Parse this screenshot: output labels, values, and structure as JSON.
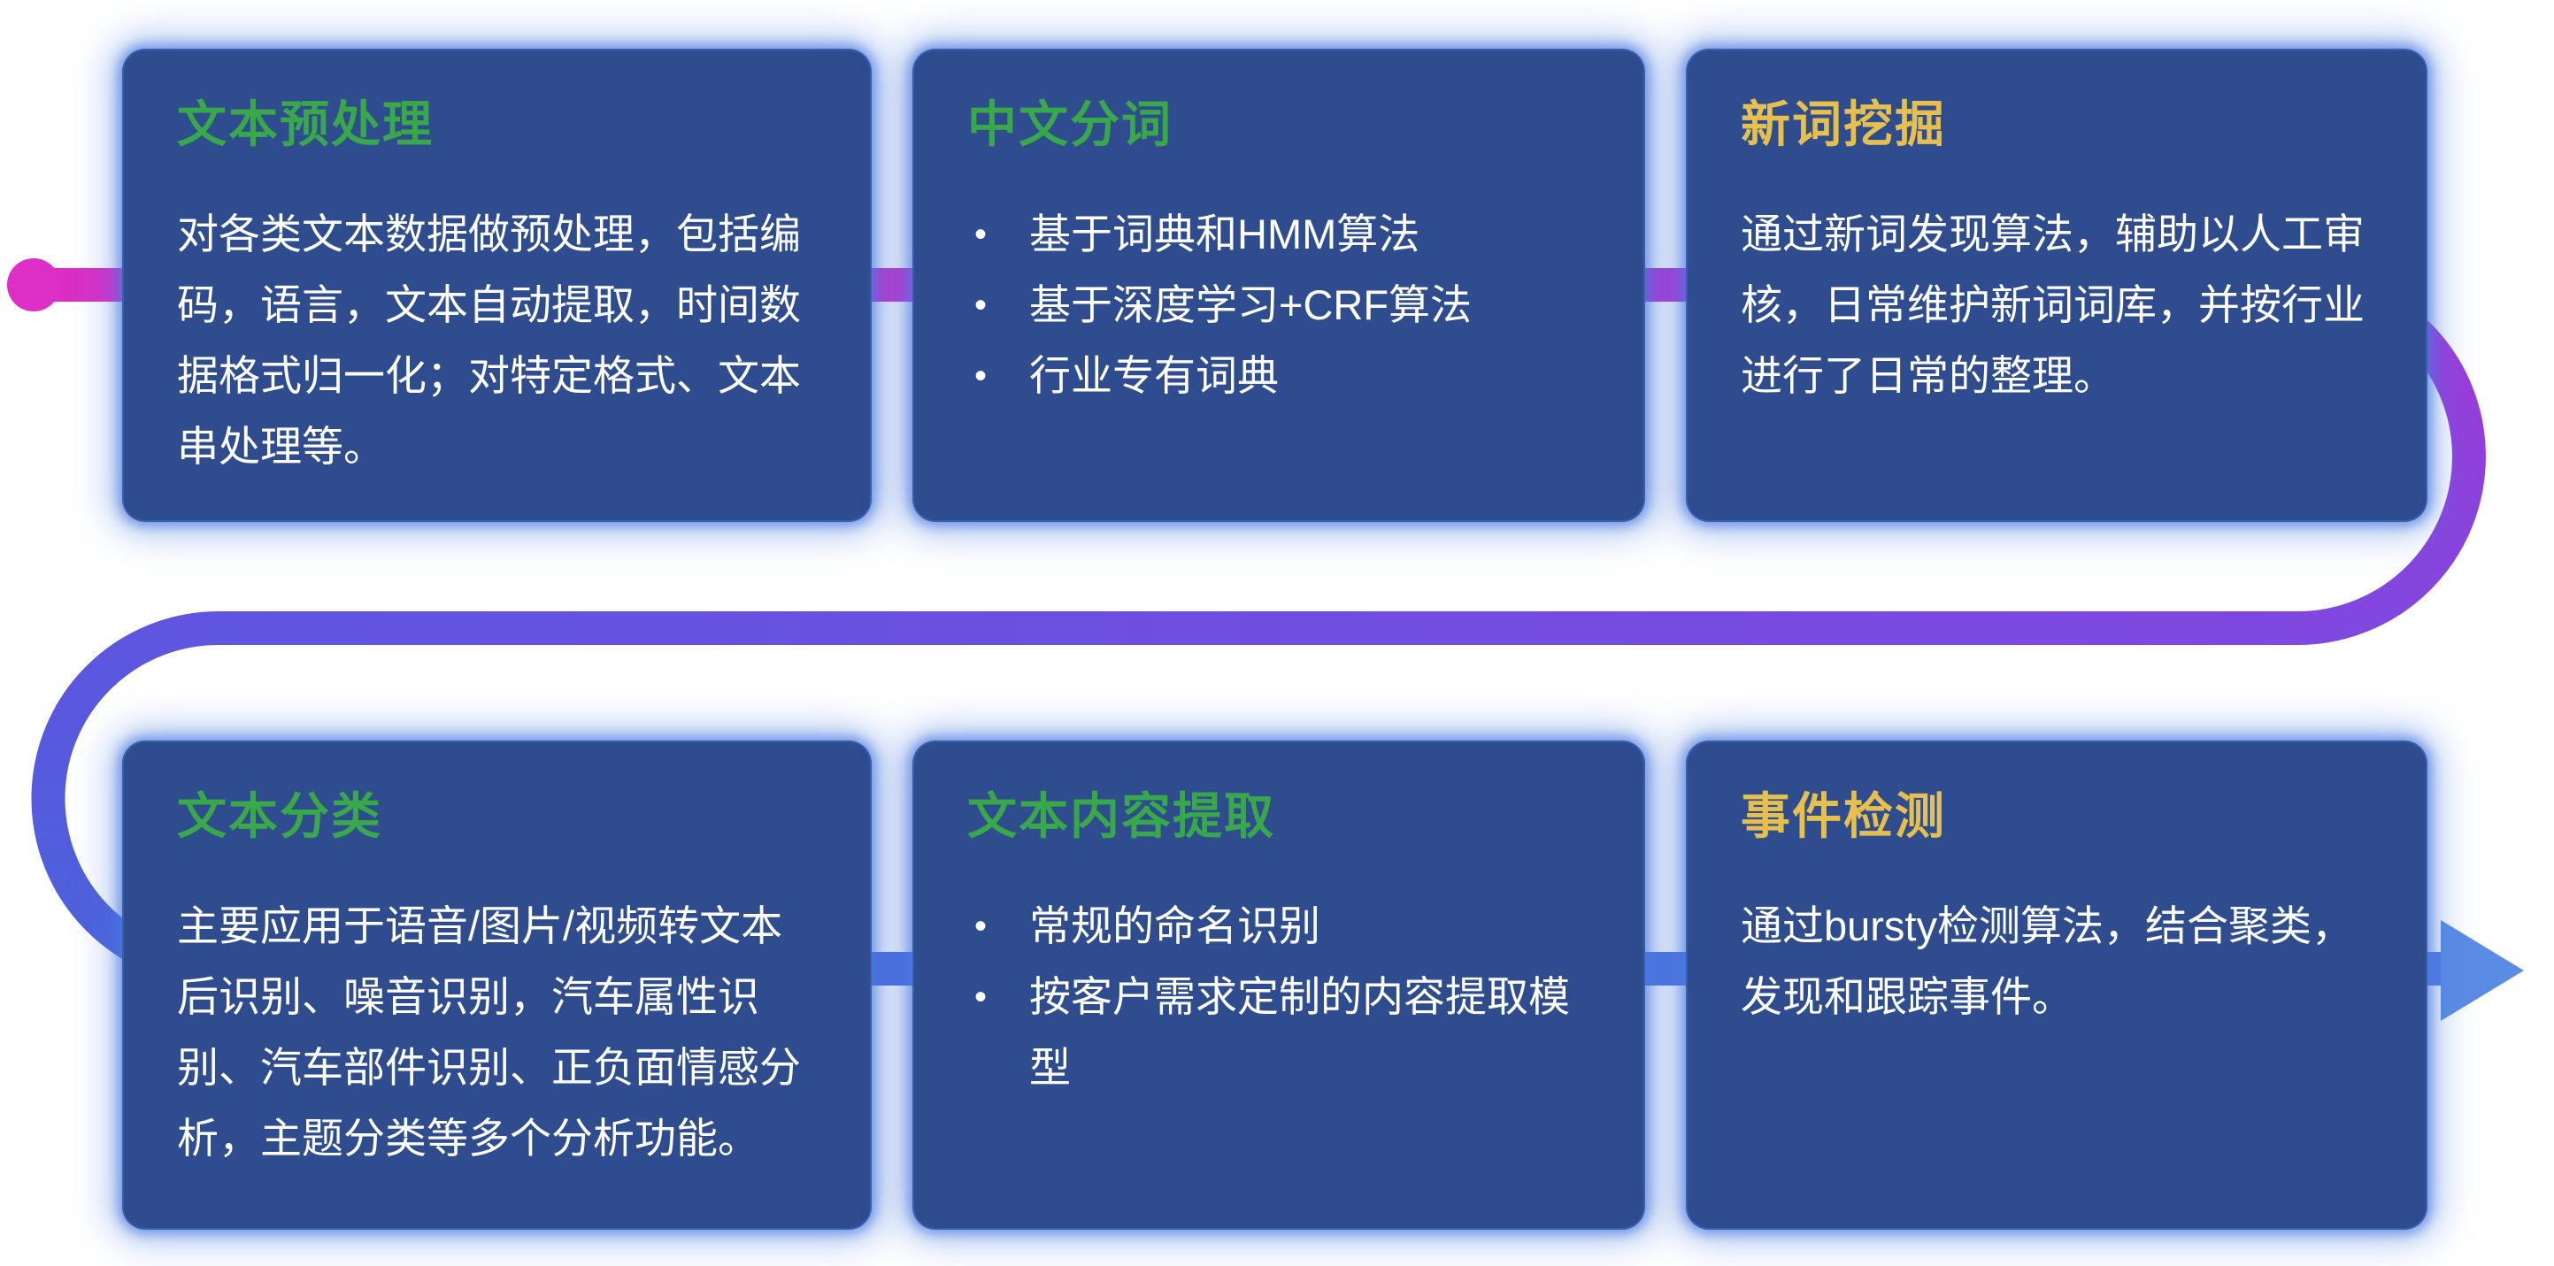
{
  "ui": {
    "bullet_char": "•"
  },
  "colors": {
    "page_bg": "#ffffff",
    "card_bg": "#2e4c8e",
    "glow": "#4a7be0",
    "title_green": "#38a84a",
    "title_yellow": "#e5c04f",
    "body_text": "#ffffff",
    "path_start": "#dd2ec6",
    "path_q1": "#a438d8",
    "path_q2": "#7f48de",
    "path_q3": "#5f55e0",
    "path_q4": "#4a63da",
    "path_end": "#4f7ce2",
    "arrow": "#5b8ce4"
  },
  "cards": [
    {
      "id": "text-preprocessing",
      "title": "文本预处理",
      "title_color": "green",
      "body": "对各类文本数据做预处理，包括编码，语言，文本自动提取，时间数据格式归一化；对特定格式、文本串处理等。"
    },
    {
      "id": "chinese-word-segmentation",
      "title": "中文分词",
      "title_color": "green",
      "bullets": [
        "基于词典和HMM算法",
        "基于深度学习+CRF算法",
        "行业专有词典"
      ]
    },
    {
      "id": "new-word-mining",
      "title": "新词挖掘",
      "title_color": "yellow",
      "body": "通过新词发现算法，辅助以人工审核，日常维护新词词库，并按行业进行了日常的整理。"
    },
    {
      "id": "text-classification",
      "title": "文本分类",
      "title_color": "green",
      "body": "主要应用于语音/图片/视频转文本后识别、噪音识别，汽车属性识别、汽车部件识别、正负面情感分析，主题分类等多个分析功能。"
    },
    {
      "id": "text-content-extraction",
      "title": "文本内容提取",
      "title_color": "green",
      "bullets": [
        "常规的命名识别",
        "按客户需求定制的内容提取模型"
      ]
    },
    {
      "id": "event-detection",
      "title": "事件检测",
      "title_color": "yellow",
      "body": "通过bursty检测算法，结合聚类，发现和跟踪事件。"
    }
  ]
}
